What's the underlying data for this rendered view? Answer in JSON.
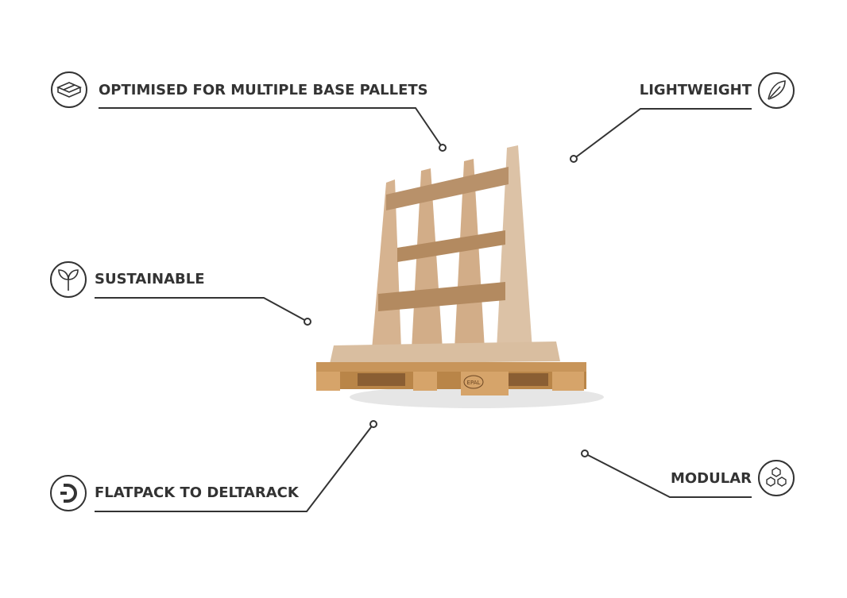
{
  "features": [
    {
      "label": "OPTIMISED FOR MULTIPLE BASE PALLETS",
      "icon": "pallet-icon"
    },
    {
      "label": "LIGHTWEIGHT",
      "icon": "feather-icon"
    },
    {
      "label": "SUSTAINABLE",
      "icon": "leaf-sprout-icon"
    },
    {
      "label": "FLATPACK TO DELTARACK",
      "icon": "deltarack-logo-icon"
    },
    {
      "label": "MODULAR",
      "icon": "hexagon-cluster-icon"
    }
  ],
  "product": {
    "pallet_stamp": "EPAL"
  },
  "colors": {
    "text": "#333333",
    "line": "#333333",
    "wood_light": "#d9b998",
    "wood_dark": "#b98e62",
    "pallet": "#c8955a"
  }
}
